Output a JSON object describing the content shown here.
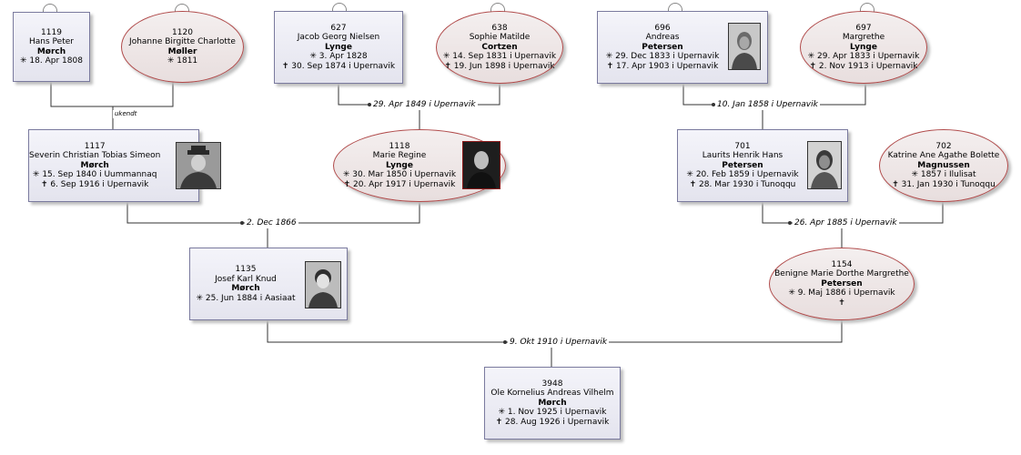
{
  "people": {
    "p1119": {
      "id": "1119",
      "given": "Hans Peter",
      "surname": "Mørch",
      "birth": "✳ 18. Apr 1808",
      "death": ""
    },
    "p1120": {
      "id": "1120",
      "given": "Johanne Birgitte Charlotte",
      "surname": "Møller",
      "birth": "✳ 1811",
      "death": ""
    },
    "p627": {
      "id": "627",
      "given": "Jacob Georg Nielsen",
      "surname": "Lynge",
      "birth": "✳ 3. Apr 1828",
      "death": "✝ 30. Sep 1874 i  Upernavik"
    },
    "p638": {
      "id": "638",
      "given": "Sophie Matilde",
      "surname": "Cortzen",
      "birth": "✳ 14. Sep 1831 i  Upernavik",
      "death": "✝ 19. Jun 1898 i  Upernavik"
    },
    "p696": {
      "id": "696",
      "given": "Andreas",
      "surname": "Petersen",
      "birth": "✳ 29. Dec 1833 i  Upernavik",
      "death": "✝ 17. Apr 1903 i  Upernavik"
    },
    "p697": {
      "id": "697",
      "given": "Margrethe",
      "surname": "Lynge",
      "birth": "✳ 29. Apr 1833 i  Upernavik",
      "death": "✝ 2. Nov 1913 i  Upernavik"
    },
    "p1117": {
      "id": "1117",
      "given": "Severin Christian Tobias Simeon",
      "surname": "Mørch",
      "birth": "✳ 15. Sep 1840 i  Uummannaq",
      "death": "✝ 6. Sep 1916 i  Upernavik"
    },
    "p1118": {
      "id": "1118",
      "given": "Marie Regine",
      "surname": "Lynge",
      "birth": "✳ 30. Mar 1850 i  Upernavik",
      "death": "✝ 20. Apr 1917 i  Upernavik"
    },
    "p701": {
      "id": "701",
      "given": "Laurits Henrik Hans",
      "surname": "Petersen",
      "birth": "✳ 20. Feb 1859 i  Upernavik",
      "death": "✝ 28. Mar 1930 i  Tunoqqu"
    },
    "p702": {
      "id": "702",
      "given": "Katrine Ane Agathe Bolette",
      "surname": "Magnussen",
      "birth": "✳ 1857 i  Ilulisat",
      "death": "✝ 31. Jan 1930 i  Tunoqqu"
    },
    "p1135": {
      "id": "1135",
      "given": "Josef Karl Knud",
      "surname": "Mørch",
      "birth": "✳ 25. Jun 1884 i  Aasiaat",
      "death": ""
    },
    "p1154": {
      "id": "1154",
      "given": "Benigne Marie Dorthe Margrethe",
      "surname": "Petersen",
      "birth": "✳ 9. Maj 1886 i  Upernavik",
      "death": "✝"
    },
    "p3948": {
      "id": "3948",
      "given": "Ole Kornelius Andreas Vilhelm",
      "surname": "Mørch",
      "birth": "✳ 1. Nov 1925 i  Upernavik",
      "death": "✝ 28. Aug 1926 i  Upernavik"
    }
  },
  "marriages": {
    "m1": "ukendt",
    "m2": "29. Apr 1849 i  Upernavik",
    "m3": "10. Jan 1858 i  Upernavik",
    "m4": "2. Dec 1866",
    "m5": "26. Apr 1885 i  Upernavik",
    "m6": "9. Okt 1910 i  Upernavik"
  },
  "colors": {
    "male_border": "#7a7a9e",
    "female_border": "#b04a4a",
    "line": "#333333"
  }
}
